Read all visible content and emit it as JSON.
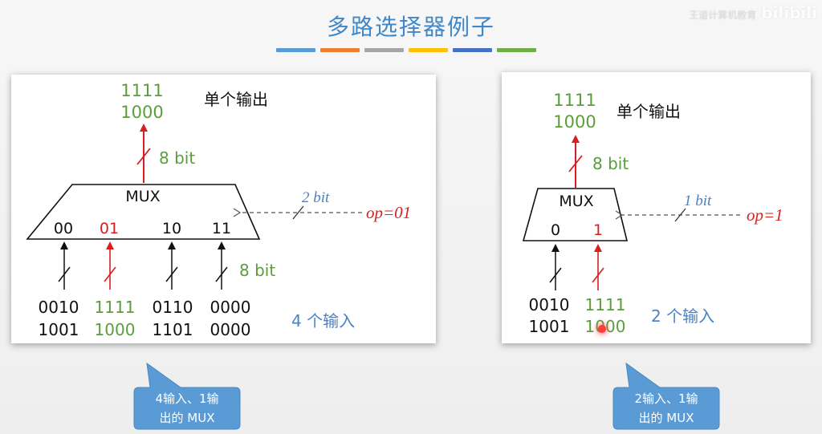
{
  "title": "多路选择器例子",
  "watermark": {
    "small": "王道计算机教育",
    "brand": "bilibili"
  },
  "colors": {
    "title": "#3f87c8",
    "green": "#5a9e3c",
    "red": "#d81f1f",
    "blue_text": "#4a82c4",
    "callout": "#5b9bd5",
    "bars": [
      "#5b9bd5",
      "#ed7d31",
      "#a5a5a5",
      "#ffc000",
      "#4472c4",
      "#70ad47"
    ]
  },
  "left": {
    "output": {
      "line1": "1111",
      "line2": "1000",
      "label": "单个输出"
    },
    "out_width": "8 bit",
    "mux_label": "MUX",
    "select_width": "2 bit",
    "select_signal": "op=01",
    "inputs": [
      "00",
      "01",
      "10",
      "11"
    ],
    "in_width": "8 bit",
    "values": [
      {
        "line1": "0010",
        "line2": "1001"
      },
      {
        "line1": "1111",
        "line2": "1000"
      },
      {
        "line1": "0110",
        "line2": "1101"
      },
      {
        "line1": "0000",
        "line2": "0000"
      }
    ],
    "count_label": "4 个输入"
  },
  "right": {
    "output": {
      "line1": "1111",
      "line2": "1000",
      "label": "单个输出"
    },
    "out_width": "8 bit",
    "mux_label": "MUX",
    "select_width": "1 bit",
    "select_signal": "op=1",
    "inputs": [
      "0",
      "1"
    ],
    "values": [
      {
        "line1": "0010",
        "line2": "1001"
      },
      {
        "line1": "1111",
        "line2": "1000"
      }
    ],
    "count_label": "2 个输入"
  },
  "callouts": [
    {
      "line1": "4输入、1输",
      "line2": "出的 MUX"
    },
    {
      "line1": "2输入、1输",
      "line2": "出的 MUX"
    }
  ]
}
